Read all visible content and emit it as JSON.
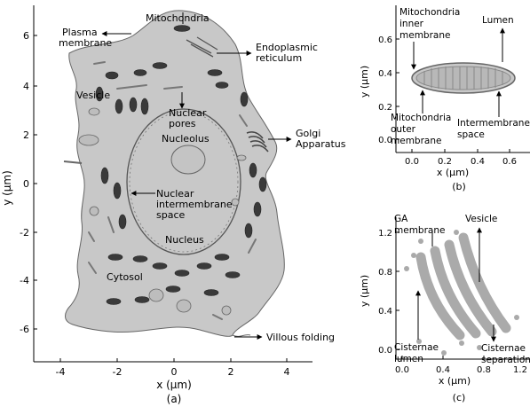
{
  "panel_a": {
    "caption": "(a)",
    "xlabel": "x (μm)",
    "ylabel": "y (μm)",
    "xticks": [
      "-4",
      "-2",
      "0",
      "2",
      "4"
    ],
    "yticks": [
      "6",
      "4",
      "2",
      "0",
      "-2",
      "-4",
      "-6"
    ],
    "labels": {
      "plasma_membrane_1": "Plasma",
      "plasma_membrane_2": "membrane",
      "mitochondria": "Mitochondria",
      "er_1": "Endoplasmic",
      "er_2": "reticulum",
      "vesicle": "Vesicle",
      "nuclear_pores_1": "Nuclear",
      "nuclear_pores_2": "pores",
      "nucleolus": "Nucleolus",
      "golgi_1": "Golgi",
      "golgi_2": "Apparatus",
      "nims_1": "Nuclear",
      "nims_2": "intermembrane",
      "nims_3": "space",
      "nucleus": "Nucleus",
      "cytosol": "Cytosol",
      "villous": "Villous folding"
    }
  },
  "panel_b": {
    "caption": "(b)",
    "xlabel": "x (μm)",
    "ylabel": "y (μm)",
    "xticks": [
      "0.0",
      "0.2",
      "0.4",
      "0.6"
    ],
    "yticks": [
      "0.6",
      "0.4",
      "0.2",
      "0.0"
    ],
    "labels": {
      "inner_1": "Mitochondria",
      "inner_2": "inner",
      "inner_3": "membrane",
      "lumen": "Lumen",
      "outer_1": "Mitochondria",
      "outer_2": "outer",
      "outer_3": "membrane",
      "inter_1": "Intermembrane",
      "inter_2": "space"
    }
  },
  "panel_c": {
    "caption": "(c)",
    "xlabel": "x (μm)",
    "ylabel": "y (μm)",
    "xticks": [
      "0.0",
      "0.4",
      "0.8",
      "1.2"
    ],
    "yticks": [
      "1.2",
      "0.8",
      "0.4",
      "0.0"
    ],
    "labels": {
      "ga_1": "GA",
      "ga_2": "membrane",
      "vesicle": "Vesicle",
      "lumen_1": "Cisternae",
      "lumen_2": "lumen",
      "sep_1": "Cisternae",
      "sep_2": "separation"
    }
  },
  "colors": {
    "cell_fill": "#c8c8c8",
    "outline": "#555555",
    "organelle": "#333333"
  }
}
